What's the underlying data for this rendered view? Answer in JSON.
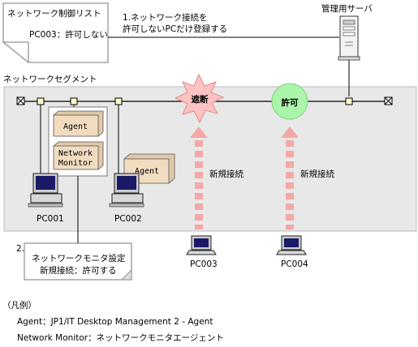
{
  "list_note": {
    "title": "ネットワーク制御リスト",
    "entry": "PC003：許可しない"
  },
  "step1": {
    "line1": "1.ネットワーク接続を",
    "line2": "許可しないPCだけ登録する"
  },
  "server_label": "管理用サーバ",
  "segment_label": "ネットワークセグメント",
  "block_label": "遮断",
  "allow_label": "許可",
  "agent_label_1": "Agent",
  "monitor_label_line1": "Network",
  "monitor_label_line2": "Monitor",
  "agent_label_2": "Agent",
  "new_connection_1": "新規接続",
  "new_connection_2": "新規接続",
  "pcs": {
    "pc001": "PC001",
    "pc002": "PC002",
    "pc003": "PC003",
    "pc004": "PC004"
  },
  "step2": {
    "number": "2.",
    "line1": "ネットワークモニタ設定",
    "line2": "新規接続：許可する"
  },
  "legend": {
    "heading": "（凡例）",
    "agent": "Agent：JP1/IT Desktop Management 2 - Agent",
    "monitor": "Network Monitor：ネットワークモニタエージェント"
  },
  "colors": {
    "block_fill": "#FFC2C2",
    "allow_fill": "#AAF5AA",
    "arrow": "#F4A8A8",
    "agent_fill": "#F2DCC0",
    "segment_fill": "#E8E8E8"
  }
}
